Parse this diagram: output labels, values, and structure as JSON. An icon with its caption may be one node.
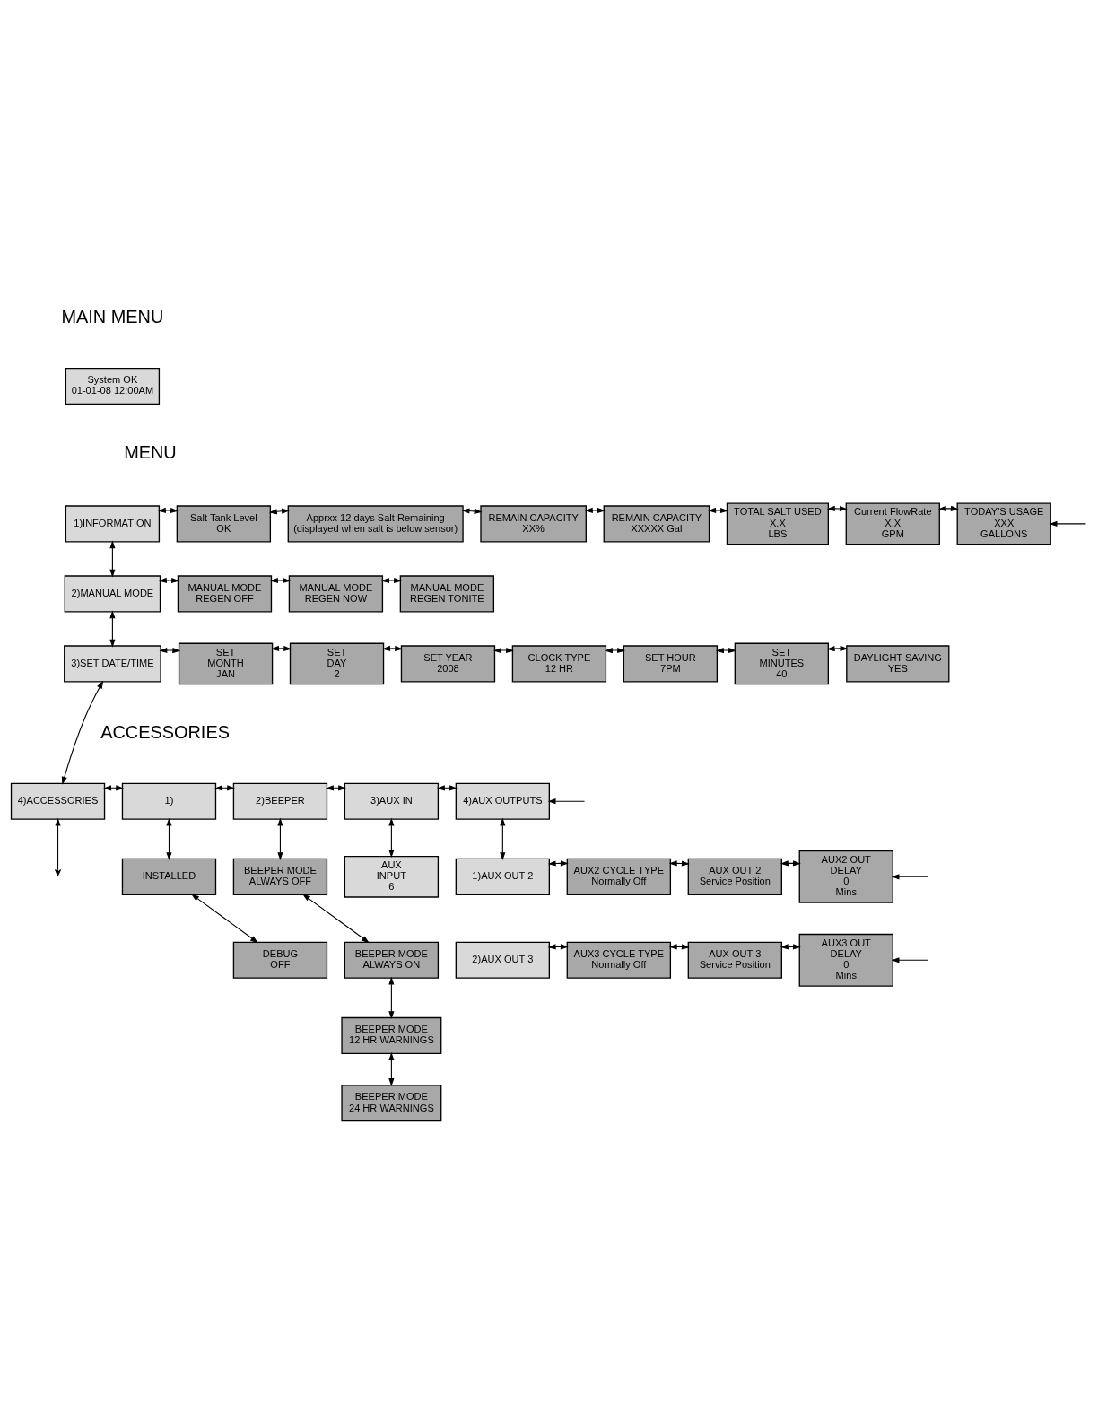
{
  "diagram": {
    "nodes": [
      {
        "text": [
          "System OK",
          "01-01-08 12:00AM"
        ]
      },
      {
        "text": [
          "1)INFORMATION"
        ]
      },
      {
        "text": [
          "Salt Tank Level",
          "OK"
        ]
      },
      {
        "text": [
          "Apprxx 12 days Salt Remaining",
          "(displayed when salt is below sensor)"
        ]
      },
      {
        "text": [
          "REMAIN CAPACITY",
          "XX%"
        ]
      },
      {
        "text": [
          "REMAIN CAPACITY",
          "XXXXX Gal"
        ]
      },
      {
        "text": [
          "TOTAL SALT USED",
          "X.X",
          "LBS"
        ]
      },
      {
        "text": [
          "Current FlowRate",
          "X.X",
          "GPM"
        ]
      },
      {
        "text": [
          "TODAY'S USAGE",
          "XXX",
          "GALLONS"
        ]
      },
      {
        "text": [
          "2)MANUAL MODE"
        ]
      },
      {
        "text": [
          "MANUAL MODE",
          "REGEN OFF"
        ]
      },
      {
        "text": [
          "MANUAL MODE",
          "REGEN NOW"
        ]
      },
      {
        "text": [
          "MANUAL MODE",
          "REGEN TONITE"
        ]
      },
      {
        "text": [
          "3)SET DATE/TIME"
        ]
      },
      {
        "text": [
          "SET",
          "MONTH",
          "JAN"
        ]
      },
      {
        "text": [
          "SET",
          "DAY",
          "2"
        ]
      },
      {
        "text": [
          "SET YEAR",
          "2008"
        ]
      },
      {
        "text": [
          "CLOCK TYPE",
          "12 HR"
        ]
      },
      {
        "text": [
          "SET HOUR",
          "7PM"
        ]
      },
      {
        "text": [
          "SET",
          "MINUTES",
          "40"
        ]
      },
      {
        "text": [
          "DAYLIGHT SAVING",
          "YES"
        ]
      },
      {
        "text": [
          "4)ACCESSORIES"
        ]
      },
      {
        "text": [
          "1)"
        ]
      },
      {
        "text": [
          "2)BEEPER"
        ]
      },
      {
        "text": [
          "3)AUX IN"
        ]
      },
      {
        "text": [
          "4)AUX OUTPUTS"
        ]
      },
      {
        "text": [
          "INSTALLED"
        ]
      },
      {
        "text": [
          "DEBUG",
          "OFF"
        ]
      },
      {
        "text": [
          "BEEPER MODE",
          "ALWAYS OFF"
        ]
      },
      {
        "text": [
          "BEEPER MODE",
          "ALWAYS ON"
        ]
      },
      {
        "text": [
          "BEEPER MODE",
          "12 HR WARNINGS"
        ]
      },
      {
        "text": [
          "BEEPER MODE",
          "24 HR WARNINGS"
        ]
      },
      {
        "text": [
          "AUX",
          "INPUT",
          "6"
        ]
      },
      {
        "text": [
          "1)AUX OUT 2"
        ]
      },
      {
        "text": [
          "AUX2 CYCLE TYPE",
          "Normally Off"
        ]
      },
      {
        "text": [
          "AUX OUT 2",
          "Service Position"
        ]
      },
      {
        "text": [
          "AUX2 OUT",
          "DELAY",
          "0",
          "Mins"
        ]
      },
      {
        "text": [
          "2)AUX OUT 3"
        ]
      },
      {
        "text": [
          "AUX3 CYCLE TYPE",
          "Normally Off"
        ]
      },
      {
        "text": [
          "AUX OUT 3",
          "Service Position"
        ]
      },
      {
        "text": [
          "AUX3 OUT",
          "DELAY",
          "0",
          "Mins"
        ]
      }
    ],
    "edges": [
      {
        "from": 1,
        "to": 2,
        "arrow": "both"
      },
      {
        "from": 2,
        "to": 3,
        "arrow": "both"
      },
      {
        "from": 3,
        "to": 4,
        "arrow": "both"
      },
      {
        "from": 4,
        "to": 5,
        "arrow": "both"
      },
      {
        "from": 5,
        "to": 6,
        "arrow": "both"
      },
      {
        "from": 6,
        "to": 7,
        "arrow": "both"
      },
      {
        "from": 7,
        "to": 8,
        "arrow": "both"
      },
      {
        "from": null,
        "to": 8,
        "arrow": "to"
      },
      {
        "from": 1,
        "to": 9,
        "arrow": "both"
      },
      {
        "from": 9,
        "to": 10,
        "arrow": "both"
      },
      {
        "from": 10,
        "to": 11,
        "arrow": "both"
      },
      {
        "from": 11,
        "to": 12,
        "arrow": "both"
      },
      {
        "from": 9,
        "to": 13,
        "arrow": "both"
      },
      {
        "from": 13,
        "to": 14,
        "arrow": "both"
      },
      {
        "from": 14,
        "to": 15,
        "arrow": "both"
      },
      {
        "from": 15,
        "to": 16,
        "arrow": "both"
      },
      {
        "from": 16,
        "to": 17,
        "arrow": "both"
      },
      {
        "from": 17,
        "to": 18,
        "arrow": "both"
      },
      {
        "from": 18,
        "to": 19,
        "arrow": "both"
      },
      {
        "from": 19,
        "to": 20,
        "arrow": "both"
      },
      {
        "from": 13,
        "to": 21,
        "arrow": "both"
      },
      {
        "from": 21,
        "to": 22,
        "arrow": "both"
      },
      {
        "from": 22,
        "to": 23,
        "arrow": "both"
      },
      {
        "from": 23,
        "to": 24,
        "arrow": "both"
      },
      {
        "from": 24,
        "to": 25,
        "arrow": "both"
      },
      {
        "from": null,
        "to": 25,
        "arrow": "to"
      },
      {
        "from": 21,
        "to": null,
        "arrow": "both"
      },
      {
        "from": 22,
        "to": 26,
        "arrow": "both"
      },
      {
        "from": 26,
        "to": 27,
        "arrow": "both"
      },
      {
        "from": 23,
        "to": 28,
        "arrow": "both"
      },
      {
        "from": 28,
        "to": 29,
        "arrow": "both"
      },
      {
        "from": 29,
        "to": 30,
        "arrow": "both"
      },
      {
        "from": 30,
        "to": 31,
        "arrow": "both"
      },
      {
        "from": 24,
        "to": 32,
        "arrow": "both"
      },
      {
        "from": 25,
        "to": 33,
        "arrow": "both"
      },
      {
        "from": 33,
        "to": 34,
        "arrow": "both"
      },
      {
        "from": 34,
        "to": 35,
        "arrow": "both"
      },
      {
        "from": 35,
        "to": 36,
        "arrow": "both"
      },
      {
        "from": null,
        "to": 36,
        "arrow": "to"
      },
      {
        "from": 37,
        "to": 38,
        "arrow": "both"
      },
      {
        "from": 38,
        "to": 39,
        "arrow": "both"
      },
      {
        "from": 39,
        "to": 40,
        "arrow": "both"
      },
      {
        "from": null,
        "to": 40,
        "arrow": "to"
      }
    ],
    "labels": [
      "MAIN MENU",
      "MENU",
      "ACCESSORIES"
    ]
  }
}
